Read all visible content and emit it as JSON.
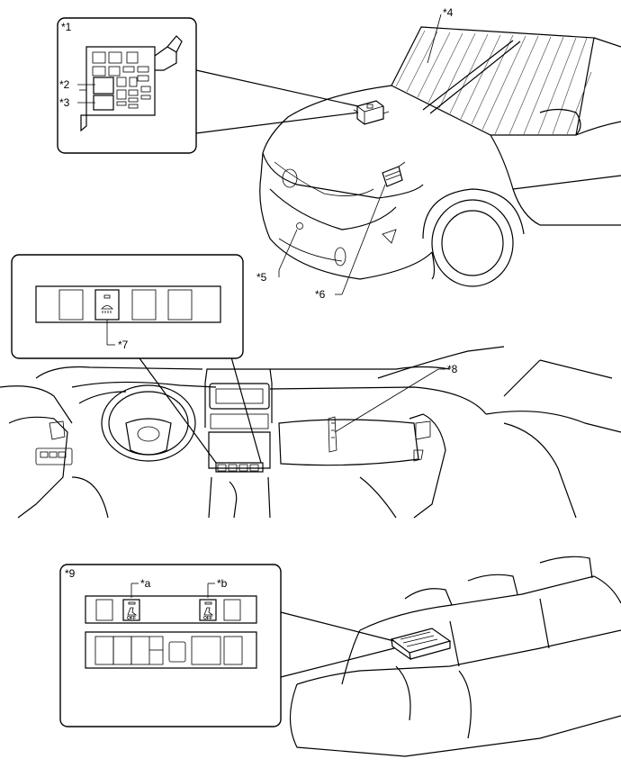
{
  "labels": {
    "l1": "*1",
    "l2": "*2",
    "l3": "*3",
    "l4": "*4",
    "l5": "*5",
    "l6": "*6",
    "l7": "*7",
    "l8": "*8",
    "l9": "*9",
    "la": "*a",
    "lb": "*b"
  },
  "switch_text": {
    "off_a": "OFF",
    "off_b": "OFF"
  }
}
